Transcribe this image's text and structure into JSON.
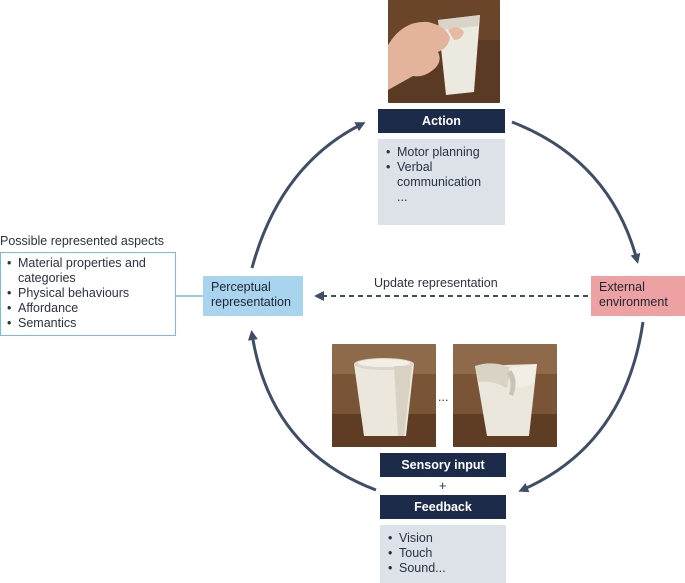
{
  "action": {
    "title": "Action",
    "items": [
      "Motor planning",
      "Verbal communication",
      "..."
    ]
  },
  "external": {
    "label": "External environment"
  },
  "perceptual": {
    "label": "Perceptual representation"
  },
  "update_label": "Update representation",
  "aspects": {
    "heading": "Possible represented aspects",
    "items": [
      "Material properties and categories",
      "Physical behaviours",
      "Affordance",
      "Semantics"
    ]
  },
  "sensory": {
    "title": "Sensory input",
    "plus": "+",
    "ellipsis": "..."
  },
  "feedback": {
    "title": "Feedback",
    "items": [
      "Vision",
      "Touch",
      "Sound..."
    ]
  },
  "colors": {
    "navy": "#1d2b4a",
    "arrow": "#3f4e66",
    "perceptual_fill": "#a9d4ee",
    "external_fill": "#eea1a3",
    "list_fill": "#dde1e8",
    "aspects_border": "#7cbbe0"
  },
  "icons": {
    "action_photo": "hand-squeezing-cup-photo",
    "intact_cup_photo": "intact-paper-cup-photo",
    "dented_cup_photo": "dented-paper-cup-photo"
  }
}
